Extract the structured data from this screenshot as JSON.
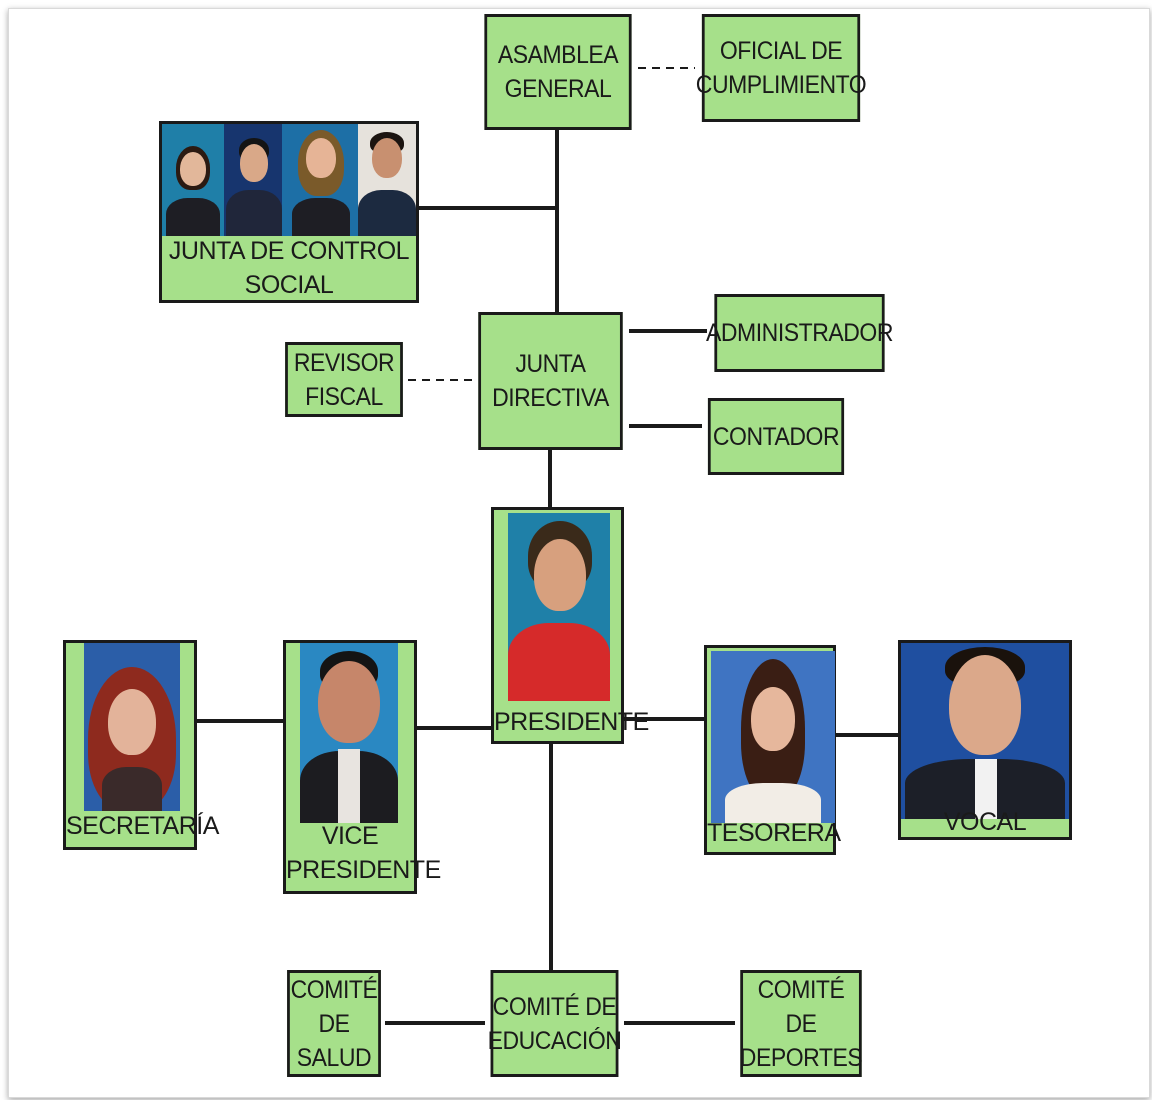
{
  "chart": {
    "nodes": {
      "asamblea": "ASAMBLEA\nGENERAL",
      "oficial": "OFICIAL DE\nCUMPLIMIENTO",
      "junta_control": "JUNTA DE CONTROL\nSOCIAL",
      "revisor": "REVISOR\nFISCAL",
      "junta_directiva": "JUNTA\nDIRECTIVA",
      "administrador": "ADMINISTRADOR",
      "contador": "CONTADOR",
      "presidente": "PRESIDENTE",
      "vice": "VICE\nPRESIDENTE",
      "secretaria": "SECRETARÍA",
      "tesorera": "TESORERA",
      "vocal": "VOCAL",
      "comite_salud": "COMITÉ\nDE\nSALUD",
      "comite_educacion": "COMITÉ DE\nEDUCACIÓN",
      "comite_deportes": "COMITÉ DE\nDEPORTES"
    }
  },
  "colors": {
    "box_fill": "#a6e08a",
    "border": "#1a1a1a"
  },
  "icons": {
    "portrait": "person-photo"
  }
}
